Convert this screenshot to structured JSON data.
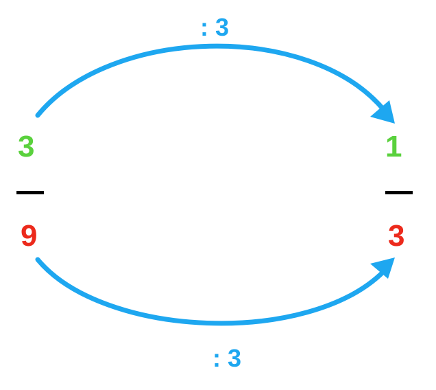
{
  "top_operation": ": 3",
  "bottom_operation": ": 3",
  "left_fraction": {
    "numerator": "3",
    "denominator": "9"
  },
  "right_fraction": {
    "numerator": "1",
    "denominator": "3"
  },
  "colors": {
    "arrow": "#1ea7f0",
    "numerator": "#5ad13d",
    "denominator": "#ec2a1c",
    "fraction_bar": "#000000"
  }
}
